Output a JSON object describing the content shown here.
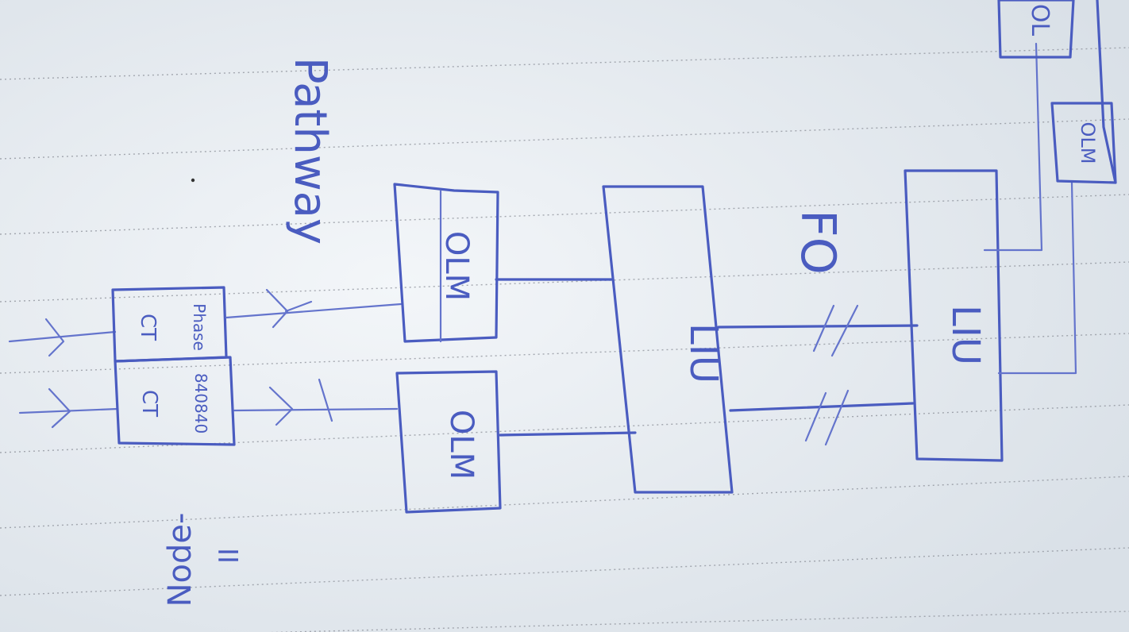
{
  "colors": {
    "paper": "#eef2f5",
    "ink": "#4a5cc0",
    "rule": "#8b8f98"
  },
  "labels": {
    "node": "Node-",
    "node_num": "II",
    "pathway": "Pathway",
    "ct_top": "CT",
    "ct_top_num": "Phase",
    "ct_bottom": "CT",
    "ct_bottom_num": "840840",
    "olm_1": "OLM",
    "olm_2": "OLM",
    "olm_3": "OLM",
    "olm_4": "OL",
    "liu_1": "LIU",
    "liu_2": "LIU",
    "fo": "FO"
  }
}
